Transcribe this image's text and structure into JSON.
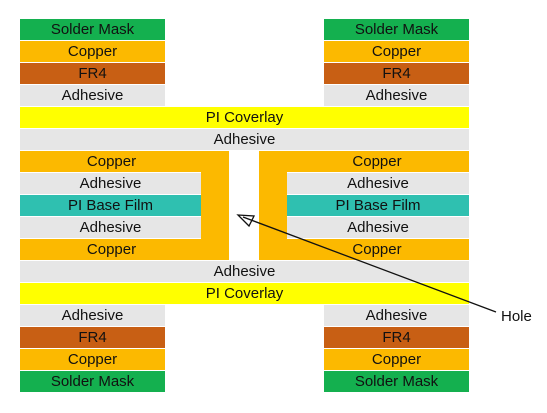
{
  "colors": {
    "solder_mask": "#14b04f",
    "copper": "#fcb900",
    "fr4": "#c85f14",
    "adhesive": "#e6e6e6",
    "pi_coverlay": "#ffff00",
    "pi_base_film": "#2fc0b0",
    "arrow": "#111111"
  },
  "layers": {
    "solder_mask": "Solder Mask",
    "copper": "Copper",
    "fr4": "FR4",
    "adhesive": "Adhesive",
    "pi_coverlay": "PI Coverlay",
    "pi_base_film": "PI Base Film"
  },
  "callouts": {
    "hole": "Hole"
  }
}
